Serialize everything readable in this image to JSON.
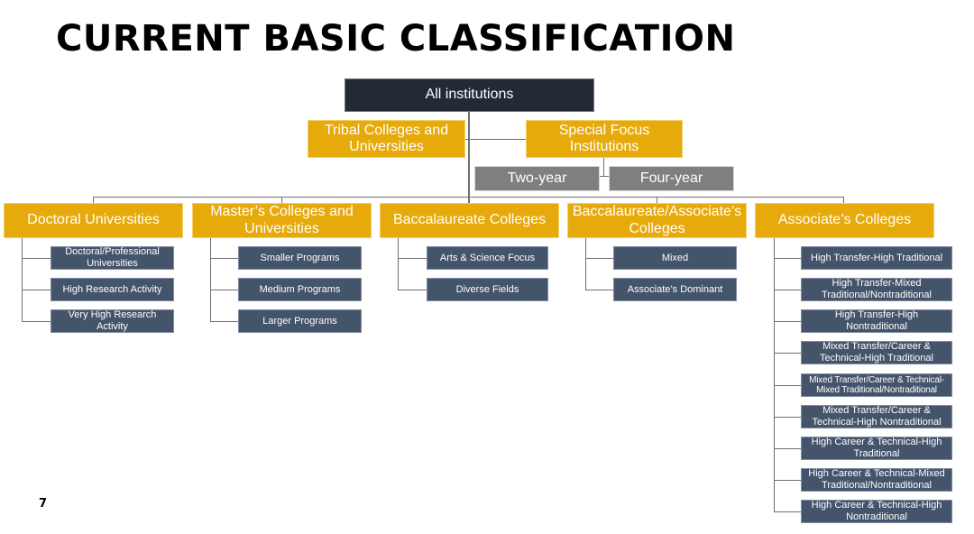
{
  "title": "CURRENT BASIC CLASSIFICATION",
  "page_number": "7",
  "colors": {
    "root_fill": "#232a35",
    "category_fill": "#e7aa0b",
    "subtype_fill": "#7f7f7f",
    "leaf_fill": "#44546a",
    "connector": "#707070"
  },
  "root": {
    "label": "All institutions"
  },
  "tribal": {
    "label": "Tribal Colleges and Universities"
  },
  "special_focus": {
    "label": "Special Focus Institutions",
    "two_year": "Two-year",
    "four_year": "Four-year"
  },
  "categories": [
    {
      "label": "Doctoral Universities",
      "items": [
        "Doctoral/Professional Universities",
        "High Research Activity",
        "Very High Research Activity"
      ]
    },
    {
      "label": "Master’s Colleges and Universities",
      "items": [
        "Smaller Programs",
        "Medium Programs",
        "Larger Programs"
      ]
    },
    {
      "label": "Baccalaureate Colleges",
      "items": [
        "Arts & Science Focus",
        "Diverse Fields"
      ]
    },
    {
      "label": "Baccalaureate/Associate’s Colleges",
      "items": [
        "Mixed",
        "Associate’s Dominant"
      ]
    },
    {
      "label": "Associate’s Colleges",
      "items": [
        "High Transfer-High Traditional",
        "High Transfer-Mixed Traditional/Nontraditional",
        "High Transfer-High Nontraditional",
        "Mixed Transfer/Career & Technical-High Traditional",
        "Mixed Transfer/Career & Technical-Mixed Traditional/Nontraditional",
        "Mixed Transfer/Career & Technical-High Nontraditional",
        "High Career & Technical-High Traditional",
        "High Career & Technical-Mixed Traditional/Nontraditional",
        "High Career & Technical-High Nontraditional"
      ]
    }
  ]
}
